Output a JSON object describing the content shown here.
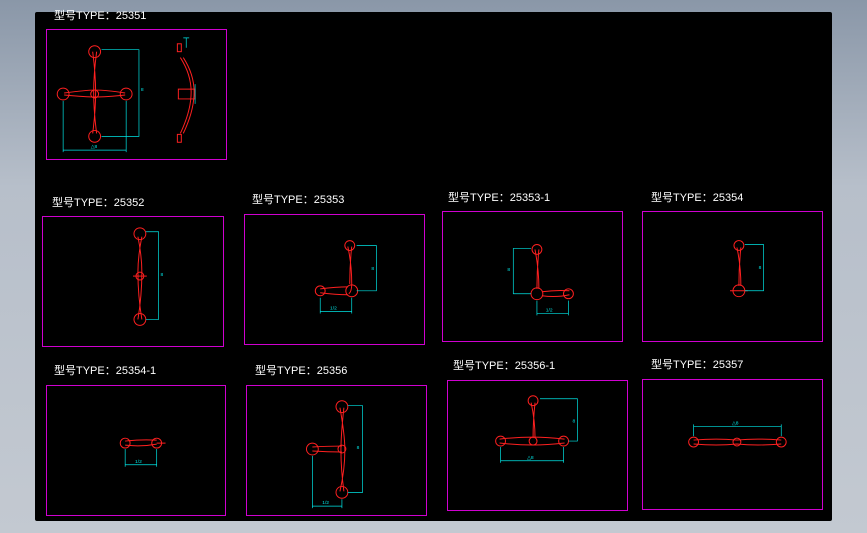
{
  "drawing": {
    "colors": {
      "background": "#000000",
      "frame": "#d000d0",
      "part": "#ff2020",
      "dimension": "#00e5e5",
      "label": "#ffffff"
    },
    "parts": [
      {
        "label": "型号TYPE：25351",
        "kind": "cross",
        "dim_h": "△8",
        "dim_v": "8"
      },
      {
        "label": "型号TYPE：25352",
        "kind": "vertical",
        "dim_v": "8"
      },
      {
        "label": "型号TYPE：25353",
        "kind": "corner-left",
        "dim_h": "1/2",
        "dim_v": "8"
      },
      {
        "label": "型号TYPE：25353-1",
        "kind": "corner-right",
        "dim_h": "1/2",
        "dim_v": "8"
      },
      {
        "label": "型号TYPE：25354",
        "kind": "short-vertical",
        "dim_v": "8"
      },
      {
        "label": "型号TYPE：25354-1",
        "kind": "short-horizontal",
        "dim_h": "1/2"
      },
      {
        "label": "型号TYPE：25356",
        "kind": "t-left",
        "dim_h": "1/2",
        "dim_v": "8"
      },
      {
        "label": "型号TYPE：25356-1",
        "kind": "t-down",
        "dim_h": "△8",
        "dim_v": "8"
      },
      {
        "label": "型号TYPE：25357",
        "kind": "horizontal",
        "dim_h": "△8"
      }
    ]
  }
}
